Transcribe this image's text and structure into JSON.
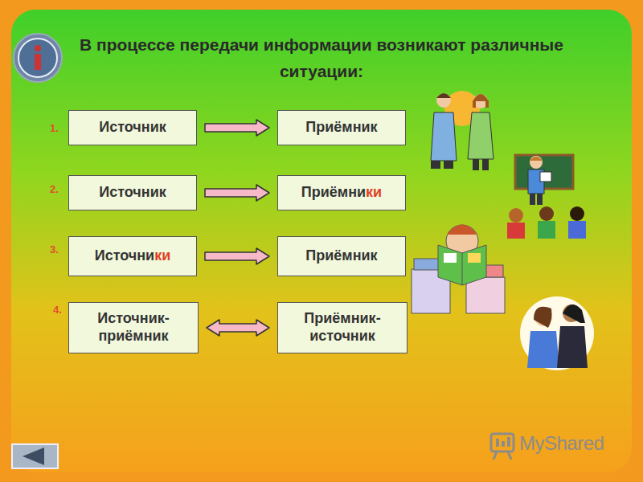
{
  "diagram": {
    "title": "В процессе передачи информации возникают различные ситуации:",
    "nodes": [
      {
        "text": [
          "Источник"
        ]
      },
      {
        "text": [
          "Приёмник"
        ]
      },
      {
        "text": [
          "Источник"
        ]
      },
      {
        "text": [
          "Приёмники"
        ]
      },
      {
        "text": [
          "Источники"
        ]
      },
      {
        "text": [
          "Приёмник"
        ]
      },
      {
        "text": [
          "Источник- приёмник"
        ]
      },
      {
        "text": [
          "Приёмник- источник"
        ]
      }
    ],
    "edges": [
      {
        "from": 0,
        "to": 1,
        "arrow": "to"
      },
      {
        "from": 2,
        "to": 3,
        "arrow": "to"
      },
      {
        "from": 4,
        "to": 5,
        "arrow": "to"
      },
      {
        "from": 6,
        "to": 7,
        "arrow": "both"
      }
    ],
    "labels": [
      "1.",
      "2.",
      "3.",
      "4.",
      "MyShared"
    ]
  }
}
